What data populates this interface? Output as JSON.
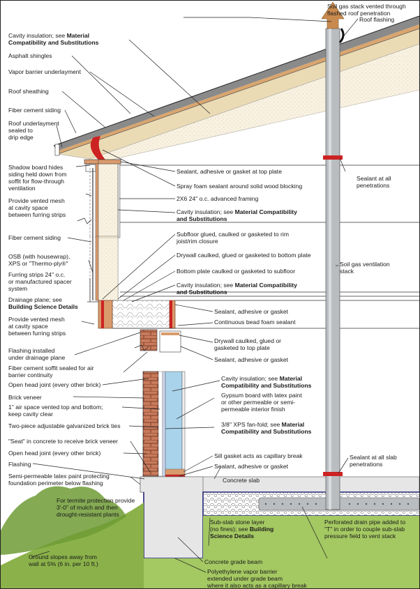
{
  "labels": {
    "soil_gas_stack": [
      "Soil gas stack vented through",
      "flashed roof penetration"
    ],
    "roof_flashing": "Roof flashing",
    "cavity_ins_top_1": "Cavity insulation; see ",
    "cavity_ins_top_bold_1": "Material",
    "cavity_ins_top_bold_2": "Compatibility and Substitutions",
    "asphalt_shingles": "Asphalt shingles",
    "vapor_barrier_underlayment": "Vapor barrier underlayment",
    "roof_sheathing": "Roof sheathing",
    "fiber_cement_siding_1": "Fiber cement siding",
    "roof_underlayment": [
      "Roof underlayment",
      "sealed to",
      "drip edge"
    ],
    "shadow_board": [
      "Shadow board hides",
      "siding held down from",
      "soffit for flow-through",
      "ventilation"
    ],
    "sealant_top_plate": "Sealant, adhesive or gasket at top plate",
    "sealant_all_penetrations": [
      "Sealant at all",
      "penetrations"
    ],
    "spray_foam": "Spray foam sealant around solid wood blocking",
    "vented_mesh_1": [
      "Provide vented mesh",
      "at cavity space",
      "between furring strips"
    ],
    "framing_2x6": "2X6 24\" o.c. advanced framing",
    "cavity_ins_mid_1": "Cavity insulation; see ",
    "cavity_ins_mid_bold_1": "Material Compatibility",
    "cavity_ins_mid_bold_2": "and Substitutions",
    "fiber_cement_siding_2": "Fiber cement siding",
    "subfloor_glued": [
      "Subfloor glued, caulked or gasketed to rim",
      "joist/rim closure"
    ],
    "osb": [
      "OSB (with housewrap),",
      "XPS or \"Thermo-ply®\""
    ],
    "drywall_bottom_plate": "Drywall caulked, glued or gasketed to bottom plate",
    "soil_gas_vent_stack": [
      "Soil gas ventilation",
      "stack"
    ],
    "furring_strips": [
      "Furring strips 24\" o.c.",
      "or manufactured spacer",
      "system"
    ],
    "bottom_plate_subfloor": "Bottom plate caulked or gasketed to subfloor",
    "drainage_plane": "Drainage plane; see",
    "drainage_plane_bold": "Building Science Details",
    "cavity_ins_3": "Cavity insulation; see ",
    "cavity_ins_3_bold_1": "Material Compatibility",
    "cavity_ins_3_bold_2": "and Substitutions",
    "sealant_adhesive_gasket_1": "Sealant, adhesive or gasket",
    "continuous_bead": "Continuous bead foam sealant",
    "vented_mesh_2": [
      "Provide vented mesh",
      "at cavity space",
      "between furring strips"
    ],
    "drywall_top_plate": [
      "Drywall caulked, glued or",
      "gasketed to top plate"
    ],
    "flashing_installed": [
      "Flashing installed",
      "under drainage plane"
    ],
    "sealant_adhesive_gasket_2": "Sealant, adhesive or gasket",
    "fiber_cement_soffit": [
      "Fiber cement soffit sealed for air",
      "barrier continuity"
    ],
    "open_head_joint_1": "Open head joint (every other brick)",
    "cavity_ins_4": "Cavity insulation; see ",
    "cavity_ins_4_bold_1": "Material",
    "cavity_ins_4_bold_2": "Compatibility and Substitutions",
    "brick_veneer": "Brick veneer",
    "gypsum_board": [
      "Gypsum board with latex paint",
      "or other permeable or semi-",
      "permeable interior finish"
    ],
    "air_space": [
      "1\" air space vented top and bottom;",
      "keep cavity clear"
    ],
    "brick_ties": "Two-piece adjustable galvanized brick ties",
    "xps_pre": "3/8\" XPS fan-fold; see ",
    "xps_bold_1": "Material",
    "xps_bold_2": "Compatibility and Substitutions",
    "seat_concrete": "\"Seat\" in concrete to receive brick veneer",
    "sill_gasket": "Sill gasket acts as capillary break",
    "open_head_joint_2": "Open head joint (every other brick)",
    "sealant_adhesive_gasket_3": "Sealant, adhesive or gasket",
    "sealant_slab_penetrations": [
      "Sealant at all slab",
      "penetrations"
    ],
    "flashing": "Flashing",
    "concrete_slab": "Concrete slab",
    "semi_permeable_paint": [
      "Semi-permeable latex paint protecting",
      "foundation perimeter below flashing"
    ],
    "termite": [
      "For termite protection provide",
      "3'-0\" of mulch and then",
      "drought-resistant plants"
    ],
    "sub_slab_stone": [
      "Sub-slab stone layer",
      "(no fines); see "
    ],
    "sub_slab_bold_1": "Building",
    "sub_slab_bold_2": "Science Details",
    "perforated_drain": [
      "Perforated drain pipe added to",
      "\"T\" in order to couple sub-slab",
      "pressure field to vent stack"
    ],
    "ground_slopes": [
      "Ground slopes away from",
      "wall at 5% (6 in. per 10 ft.)"
    ],
    "concrete_grade_beam": "Concrete grade beam",
    "poly_vapor_barrier": [
      "Polyethylene vapor barrier",
      "extended under grade beam",
      "where it also acts as a capillary break"
    ]
  },
  "colors": {
    "insulation": "#f3e6c8",
    "blue_board": "#a9d3ea",
    "brick": "#c87a5b",
    "wood": "#d99a6c",
    "red_seal": "#cc2222",
    "stack": "#b9bdc0",
    "ground": "#8bb24a",
    "concrete": "#e6e6e6",
    "roof": "#6f6f6f",
    "arrow": "#c98a4f"
  }
}
